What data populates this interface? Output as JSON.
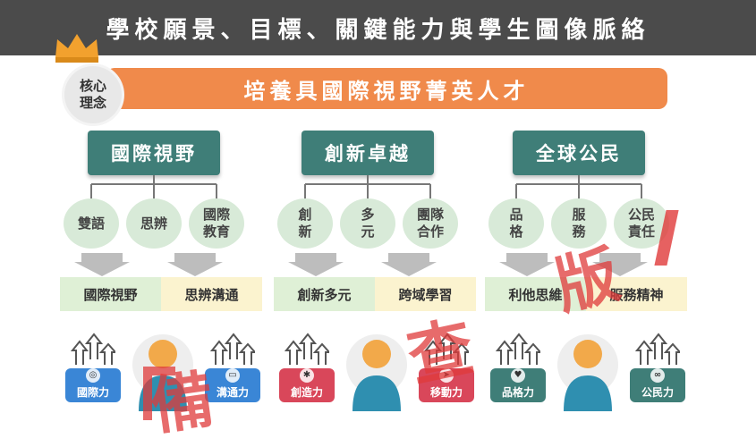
{
  "header": {
    "title": "學校願景、目標、關鍵能力與學生圖像脈絡"
  },
  "core": {
    "label": "核心\n理念",
    "statement": "培養具國際視野菁英人才"
  },
  "watermark": [
    "【",
    "備",
    "查",
    "版",
    "】"
  ],
  "groups": [
    {
      "pillar": "國際視野",
      "subs": [
        "雙語",
        "思辨",
        "國際\n教育"
      ],
      "bar": [
        "國際視野",
        "思辨溝通"
      ],
      "abilities": [
        {
          "label": "國際力",
          "color": "#3a86d6",
          "icon": "globe-icon"
        },
        {
          "label": "溝通力",
          "color": "#3a86d6",
          "icon": "speech-icon"
        }
      ]
    },
    {
      "pillar": "創新卓越",
      "subs": [
        "創\n新",
        "多\n元",
        "團隊\n合作"
      ],
      "bar": [
        "創新多元",
        "跨域學習"
      ],
      "abilities": [
        {
          "label": "創造力",
          "color": "#d9475a",
          "icon": "lightbulb-icon"
        },
        {
          "label": "移動力",
          "color": "#d9475a",
          "icon": "runner-icon"
        }
      ]
    },
    {
      "pillar": "全球公民",
      "subs": [
        "品\n格",
        "服\n務",
        "公民\n責任"
      ],
      "bar": [
        "利他思維",
        "服務精神"
      ],
      "abilities": [
        {
          "label": "品格力",
          "color": "#3f7e78",
          "icon": "heart-hand-icon"
        },
        {
          "label": "公民力",
          "color": "#3f7e78",
          "icon": "people-icon"
        }
      ]
    }
  ],
  "colors": {
    "header_bg": "#4b4b4b",
    "core_bar": "#f08a4b",
    "pillar": "#3f7e78",
    "sub_circle": "#d8ead8",
    "bar_left": "#dff0d6",
    "bar_right": "#fbf3cf",
    "watermark": "#e03a3a"
  }
}
